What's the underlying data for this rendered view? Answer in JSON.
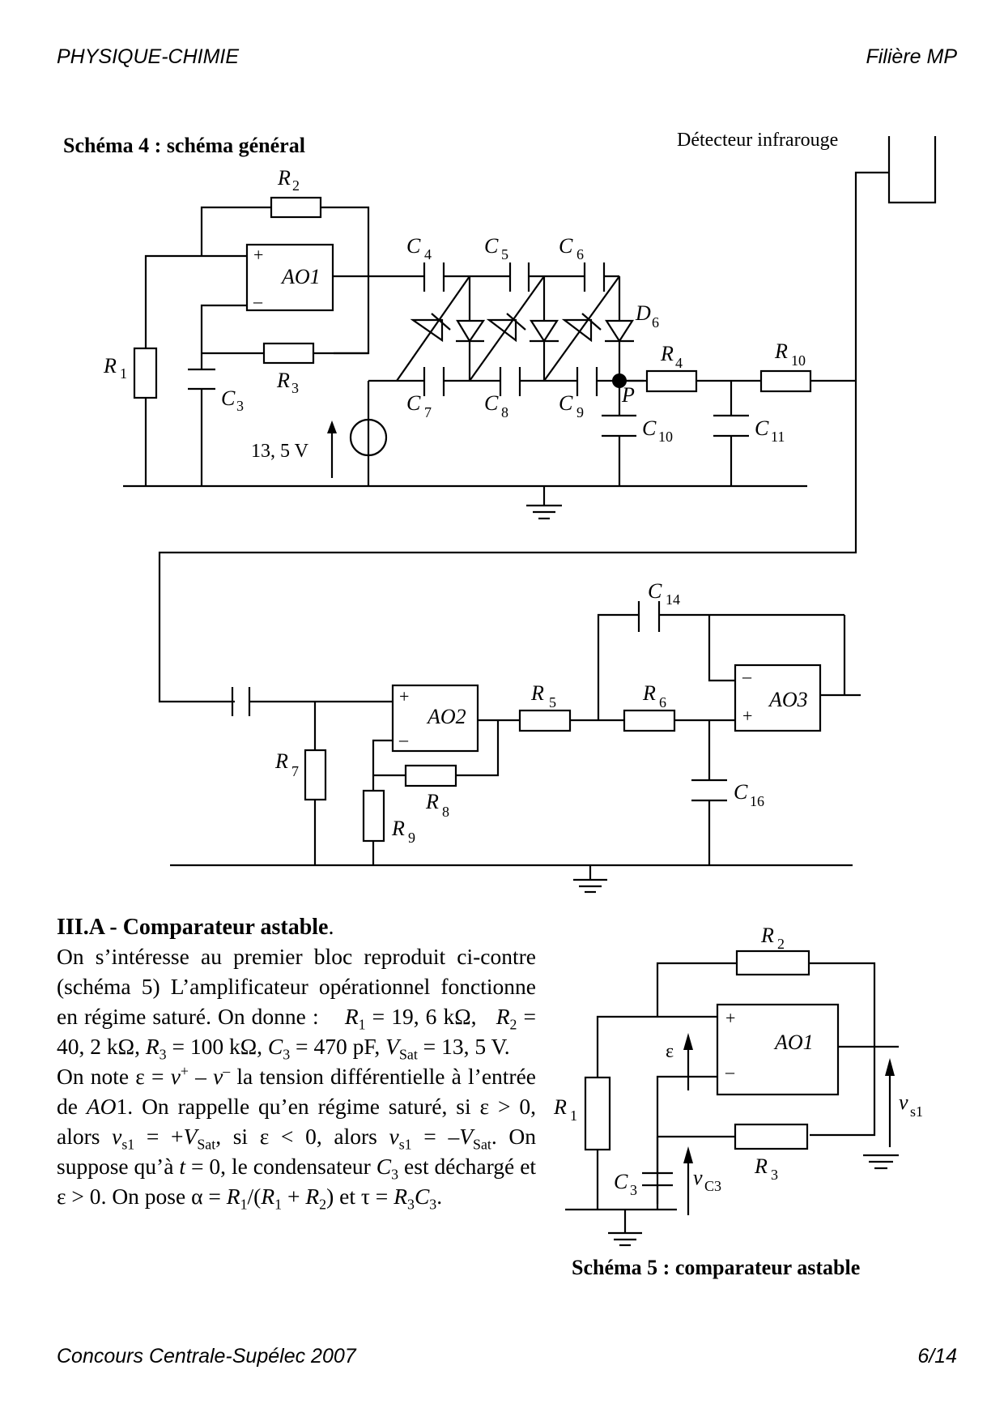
{
  "header": {
    "subject": "PHYSIQUE-CHIMIE",
    "track": "Filière MP"
  },
  "footer": {
    "contest": "Concours Centrale-Supélec 2007",
    "page": "6/14"
  },
  "schema4": {
    "caption": "Schéma 4 : schéma général",
    "detector_label": "Détecteur infrarouge",
    "source_voltage": "13, 5 V",
    "opamps": [
      "AO1",
      "AO2",
      "AO3"
    ],
    "plus": "+",
    "minus": "–",
    "node_P": "P",
    "components": {
      "R1": {
        "base": "R",
        "sub": "1"
      },
      "R2": {
        "base": "R",
        "sub": "2"
      },
      "R3": {
        "base": "R",
        "sub": "3"
      },
      "R4": {
        "base": "R",
        "sub": "4"
      },
      "R5": {
        "base": "R",
        "sub": "5"
      },
      "R6": {
        "base": "R",
        "sub": "6"
      },
      "R7": {
        "base": "R",
        "sub": "7"
      },
      "R8": {
        "base": "R",
        "sub": "8"
      },
      "R9": {
        "base": "R",
        "sub": "9"
      },
      "R10": {
        "base": "R",
        "sub": "10"
      },
      "C3": {
        "base": "C",
        "sub": "3"
      },
      "C4": {
        "base": "C",
        "sub": "4"
      },
      "C5": {
        "base": "C",
        "sub": "5"
      },
      "C6": {
        "base": "C",
        "sub": "6"
      },
      "C7": {
        "base": "C",
        "sub": "7"
      },
      "C8": {
        "base": "C",
        "sub": "8"
      },
      "C9": {
        "base": "C",
        "sub": "9"
      },
      "C10": {
        "base": "C",
        "sub": "10"
      },
      "C11": {
        "base": "C",
        "sub": "11"
      },
      "C14": {
        "base": "C",
        "sub": "14"
      },
      "C16": {
        "base": "C",
        "sub": "16"
      },
      "D6": {
        "base": "D",
        "sub": "6"
      }
    }
  },
  "schema5": {
    "caption": "Schéma 5 : comparateur astable",
    "opamp": "AO1",
    "epsilon": "ε",
    "vs1": {
      "base": "v",
      "sub": "s1"
    },
    "vC3": {
      "base": "v",
      "sub": "C3"
    },
    "R1": {
      "base": "R",
      "sub": "1"
    },
    "R2": {
      "base": "R",
      "sub": "2"
    },
    "R3": {
      "base": "R",
      "sub": "3"
    },
    "C3": {
      "base": "C",
      "sub": "3"
    }
  },
  "section": {
    "title": "III.A - Comparateur astable",
    "title_end": ".",
    "p1": "On s’intéresse au premier bloc reproduit ci-contre (schéma 5) L’amplificateur opérationnel fonctionne en régime saturé. On donne :",
    "values": {
      "R1": "19, 6 kΩ",
      "R2": "40, 2 kΩ",
      "R3": "100 kΩ",
      "C3": "470 pF",
      "Vsat": "13, 5 V"
    },
    "p2a": "On note",
    "p2b": "la tension différentielle à l’entrée de",
    "p2c": ". On rappelle qu’en régime saturé, si",
    "p2d": ", alors",
    "p2e": ", si",
    "p2f": ", alors",
    "p2g": ". On suppose qu’à",
    "p2h": ", le condensateur",
    "p2i": "est déchargé et",
    "p2j": ". On pose",
    "p2k": "et"
  }
}
